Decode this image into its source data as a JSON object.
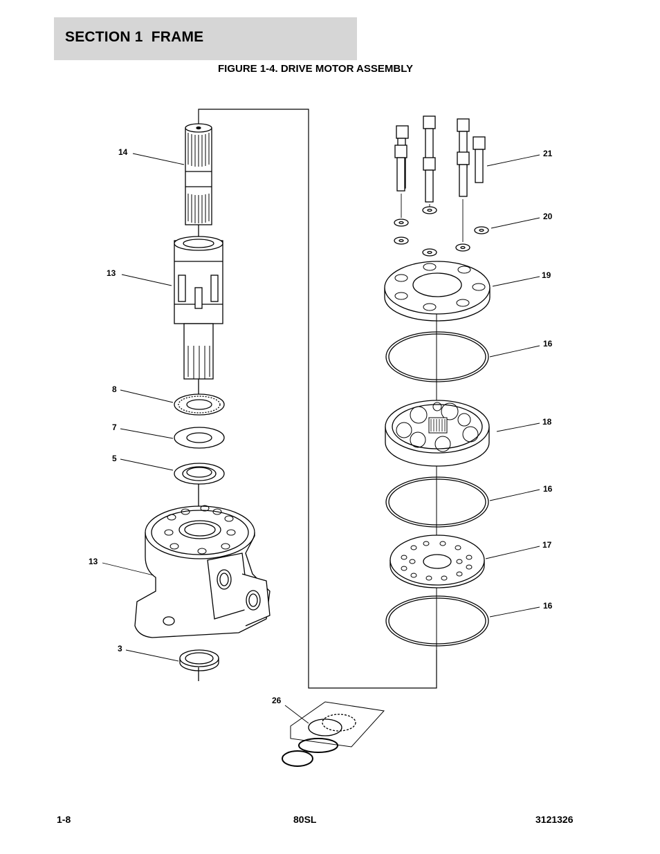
{
  "header": {
    "section_title": "SECTION 1  FRAME"
  },
  "figure": {
    "title": "FIGURE 1-4. DRIVE MOTOR ASSEMBLY"
  },
  "callouts": {
    "c14": "14",
    "c13_bearing": "13",
    "c8": "8",
    "c7": "7",
    "c5": "5",
    "c13_housing": "13",
    "c3": "3",
    "c26": "26",
    "c21": "21",
    "c20": "20",
    "c19": "19",
    "c16_top": "16",
    "c18": "18",
    "c16_mid": "16",
    "c17": "17",
    "c16_bottom": "16"
  },
  "footer": {
    "page": "1-8",
    "model": "80SL",
    "doc_number": "3121326"
  }
}
